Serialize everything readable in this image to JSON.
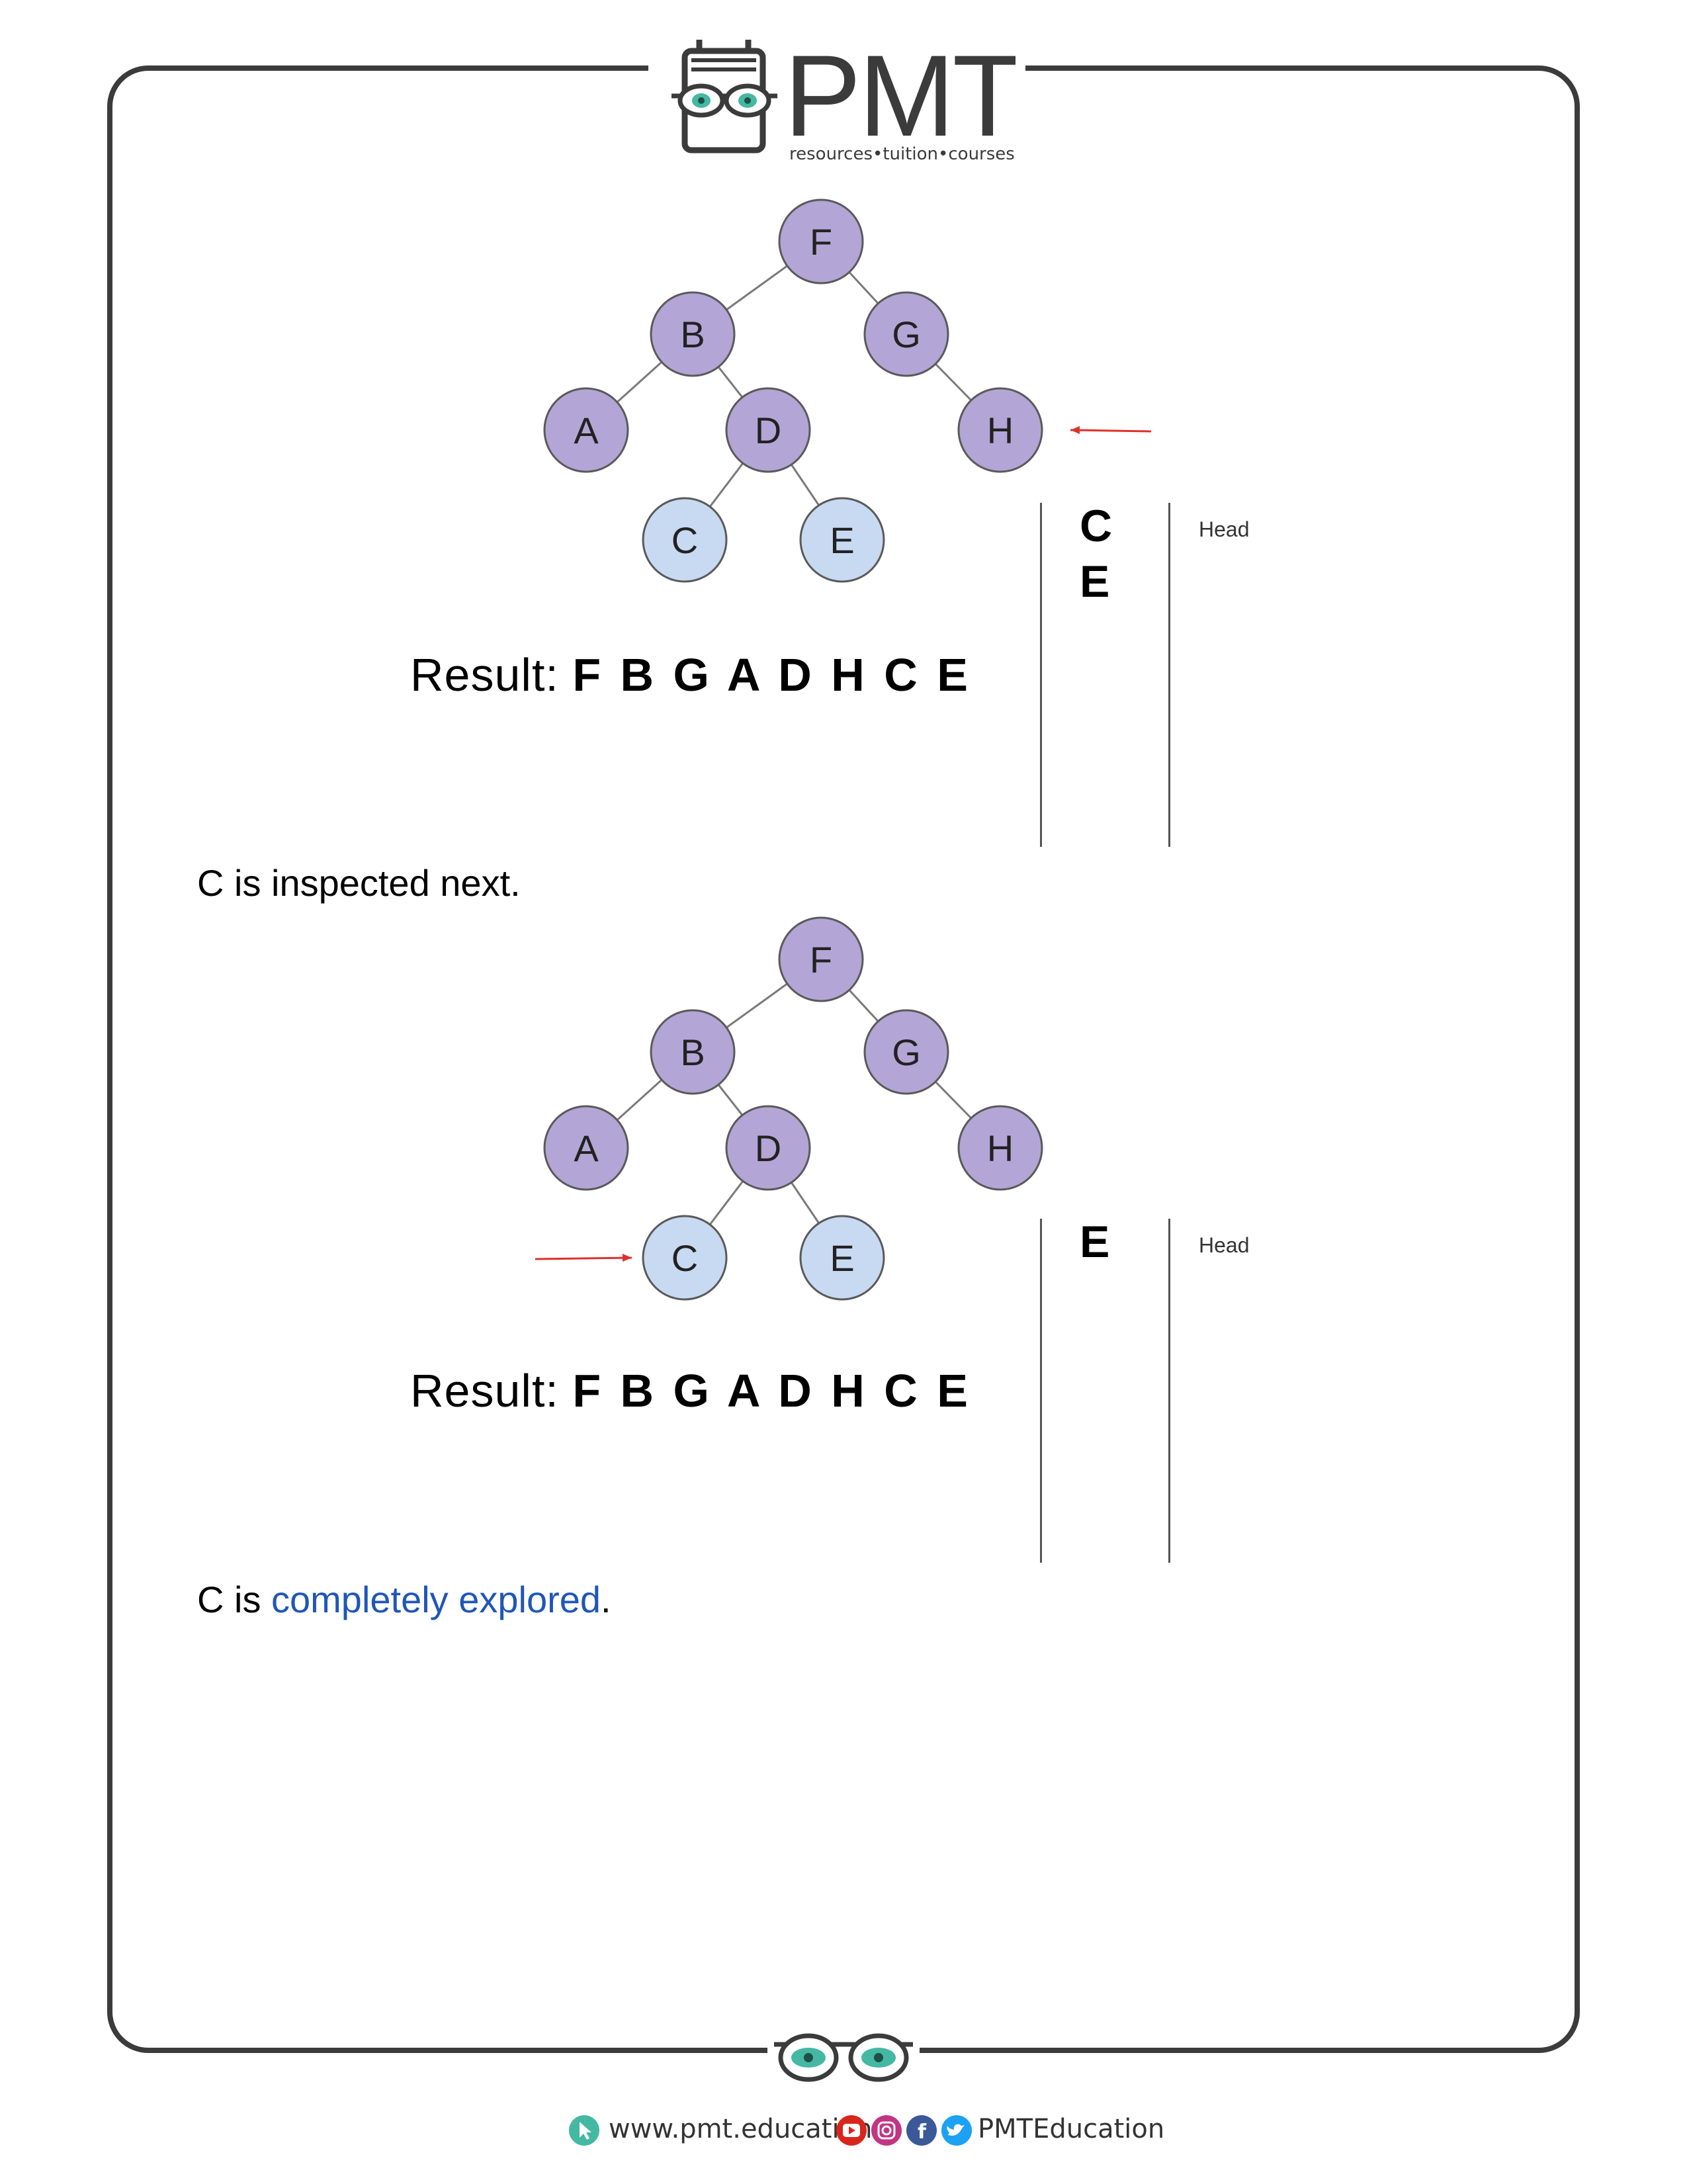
{
  "header": {
    "logo_text": "PMT",
    "tagline": "resources•tuition•courses"
  },
  "diagram1": {
    "nodes": [
      {
        "id": "F",
        "label": "F",
        "state": "visited"
      },
      {
        "id": "B",
        "label": "B",
        "state": "visited"
      },
      {
        "id": "G",
        "label": "G",
        "state": "visited"
      },
      {
        "id": "A",
        "label": "A",
        "state": "visited"
      },
      {
        "id": "D",
        "label": "D",
        "state": "visited"
      },
      {
        "id": "H",
        "label": "H",
        "state": "visited"
      },
      {
        "id": "C",
        "label": "C",
        "state": "queued"
      },
      {
        "id": "E",
        "label": "E",
        "state": "queued"
      }
    ],
    "pointer_target": "H",
    "result_label": "Result:",
    "result_value": "F B G A D H C E",
    "queue": [
      "C",
      "E"
    ],
    "head_label": "Head"
  },
  "paragraph1": "C is inspected next.",
  "diagram2": {
    "nodes": [
      {
        "id": "F",
        "label": "F",
        "state": "visited"
      },
      {
        "id": "B",
        "label": "B",
        "state": "visited"
      },
      {
        "id": "G",
        "label": "G",
        "state": "visited"
      },
      {
        "id": "A",
        "label": "A",
        "state": "visited"
      },
      {
        "id": "D",
        "label": "D",
        "state": "visited"
      },
      {
        "id": "H",
        "label": "H",
        "state": "visited"
      },
      {
        "id": "C",
        "label": "C",
        "state": "queued"
      },
      {
        "id": "E",
        "label": "E",
        "state": "queued"
      }
    ],
    "pointer_target": "C",
    "result_label": "Result:",
    "result_value": "F B G A D H C E",
    "queue": [
      "E"
    ],
    "head_label": "Head"
  },
  "paragraph2": {
    "prefix": "C is ",
    "highlight": "completely explored",
    "suffix": "."
  },
  "footer": {
    "url": "www.pmt.education",
    "social": "PMTEducation"
  },
  "colors": {
    "visited": "#b3a6d6",
    "queued": "#c8d9f2",
    "node_stroke": "#5a5a5a",
    "pointer": "#e0302a",
    "accent_teal": "#44b8a3",
    "link_blue": "#1f56b8"
  },
  "icons": [
    "cursor-icon",
    "youtube-icon",
    "instagram-icon",
    "facebook-icon",
    "twitter-icon",
    "glasses-icon",
    "book-icon"
  ]
}
